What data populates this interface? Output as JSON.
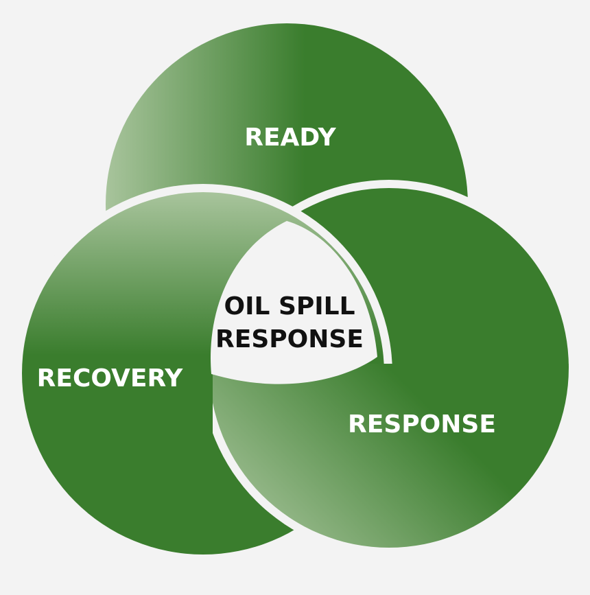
{
  "diagram": {
    "center": {
      "line1": "OIL SPILL",
      "line2": "RESPONSE"
    },
    "segments": [
      {
        "id": "ready",
        "label": "READY"
      },
      {
        "id": "response",
        "label": "RESPONSE"
      },
      {
        "id": "recovery",
        "label": "RECOVERY"
      }
    ]
  },
  "colors": {
    "background": "#f3f3f3",
    "green_dark": "#3a7d2d",
    "green_light": "#a8c49c",
    "center_text": "#111111",
    "segment_text": "#ffffff"
  }
}
